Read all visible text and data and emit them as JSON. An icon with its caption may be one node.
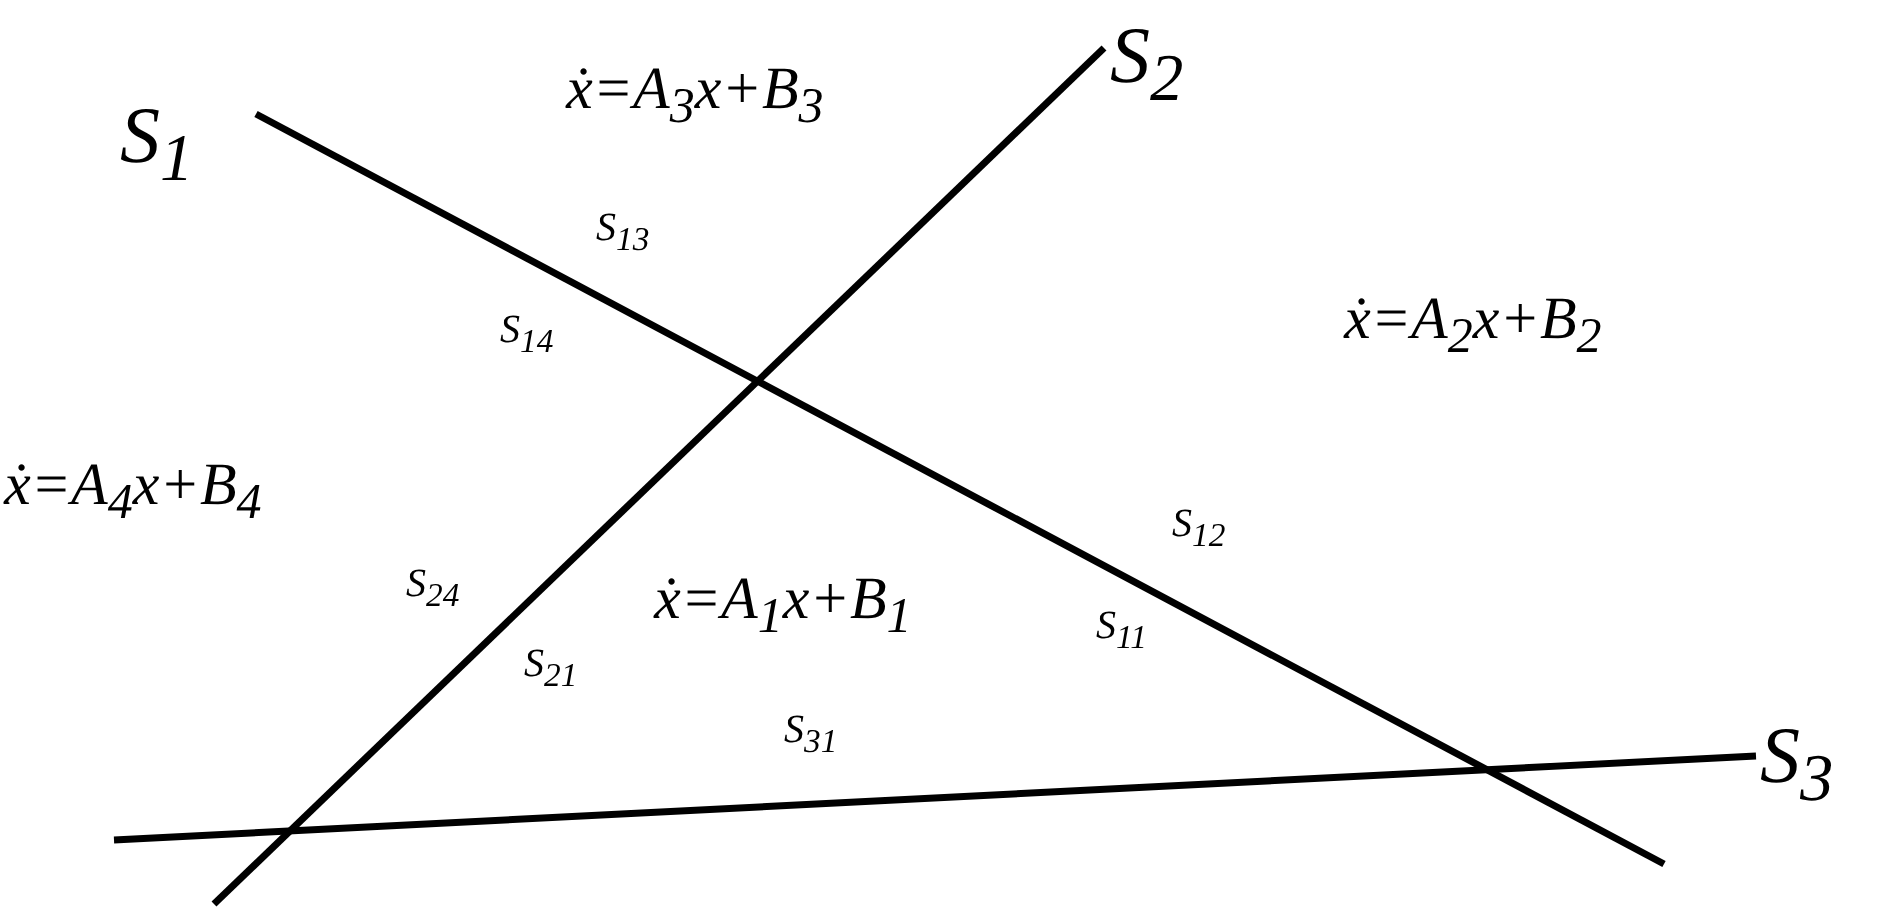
{
  "diagram": {
    "labels": [
      "S$_{1}$",
      "ẋ=A$_{3}$x+B$_{3}$",
      "S$_{2}$",
      "S$_{13}$",
      "S$_{14}$",
      "ẋ=A$_{2}$x+B$_{2}$",
      "ẋ=A$_{4}$x+B$_{4}$",
      "S$_{12}$",
      "S$_{24}$",
      "ẋ=A$_{1}$x+B$_{1}$",
      "S$_{11}$",
      "S$_{21}$",
      "S$_{31}$",
      "S$_{3}$"
    ]
  }
}
